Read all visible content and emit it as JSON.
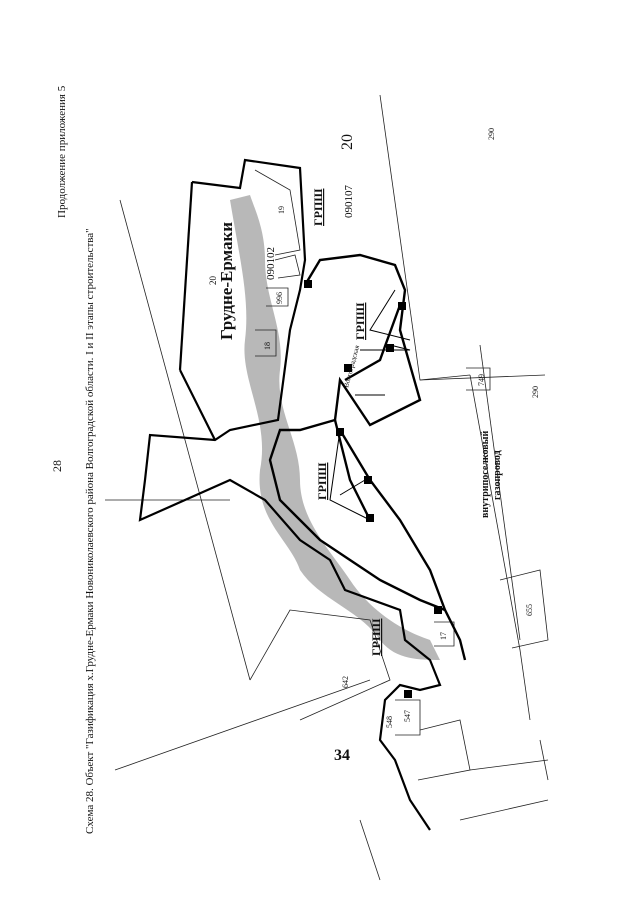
{
  "header": {
    "page_number": "28",
    "appendix_note": "Продолжение приложения 5",
    "caption": "Схема 28. Объект \"Газификация х.Грудне-Ермаки Новониколаевского района Волгоградской области. I и II этапы строительства\"",
    "stages_note": "I и II этапы строительства\""
  },
  "map": {
    "settlement_name": "Грудне-Ермаки",
    "settlement_superscript": "20",
    "district_number_top": "20",
    "district_number_bottom": "34",
    "quarter_code_1": "090107",
    "quarter_code_2": "090102",
    "grpsh_label": "ГРПШ",
    "pipeline_label_1": "внутрипоселковый",
    "pipeline_label_2": "газопровод",
    "street_label": "Волгоградская",
    "plots": [
      "290",
      "749",
      "290",
      "655",
      "642",
      "548",
      "547",
      "17",
      "19",
      "996",
      "18"
    ]
  },
  "colors": {
    "ink": "#111111",
    "shade": "#8a8a8a",
    "paper": "#ffffff"
  }
}
